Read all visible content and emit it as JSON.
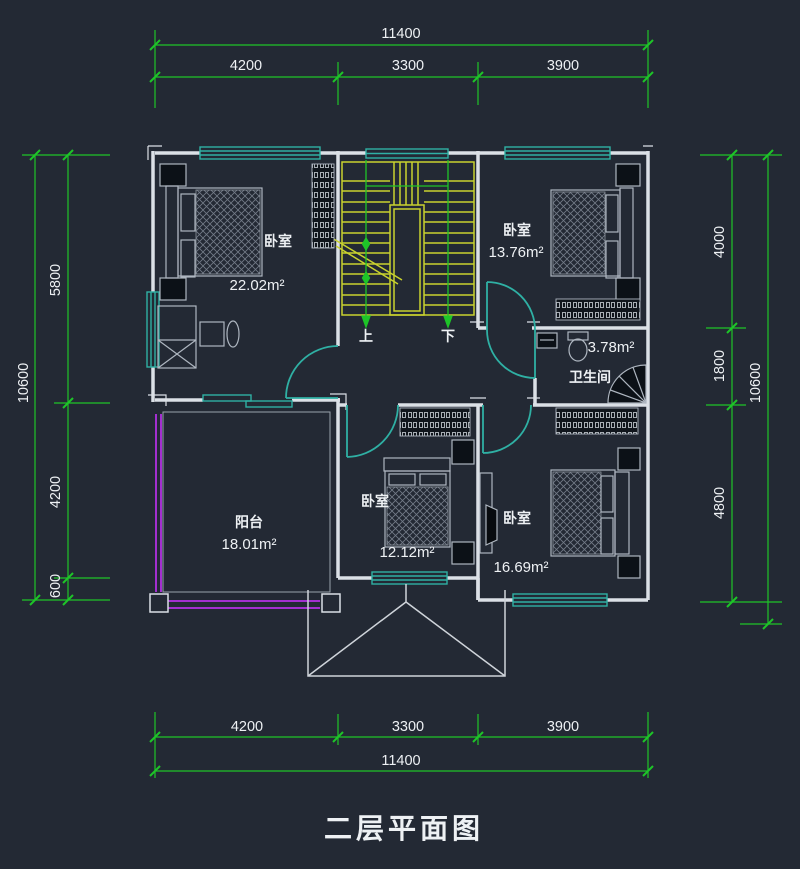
{
  "title": "二层平面图",
  "colors": {
    "background": "#232934",
    "wall": "#dbe0e6",
    "dimension_green": "#1ec428",
    "window_teal": "#2fb0a4",
    "stair_yellow": "#c9d22e",
    "railing_purple": "#a32fd0",
    "text_white": "#eef1f4"
  },
  "dimensions": {
    "top": {
      "total": "11400",
      "segments": [
        "4200",
        "3300",
        "3900"
      ]
    },
    "bottom": {
      "total": "11400",
      "segments": [
        "4200",
        "3300",
        "3900"
      ]
    },
    "left": {
      "total": "10600",
      "segments": [
        "5800",
        "4200",
        "600"
      ]
    },
    "right": {
      "total": "10600",
      "segments": [
        "4000",
        "1800",
        "4800"
      ]
    }
  },
  "rooms": [
    {
      "name": "卧室",
      "area": "22.02m²"
    },
    {
      "name": "卧室",
      "area": "13.76m²"
    },
    {
      "name": "卫生间",
      "area": "3.78m²"
    },
    {
      "name": "阳台",
      "area": "18.01m²"
    },
    {
      "name": "卧室",
      "area": "12.12m²"
    },
    {
      "name": "卧室",
      "area": "16.69m²"
    }
  ],
  "stairs": {
    "up_label": "上",
    "down_label": "下"
  }
}
